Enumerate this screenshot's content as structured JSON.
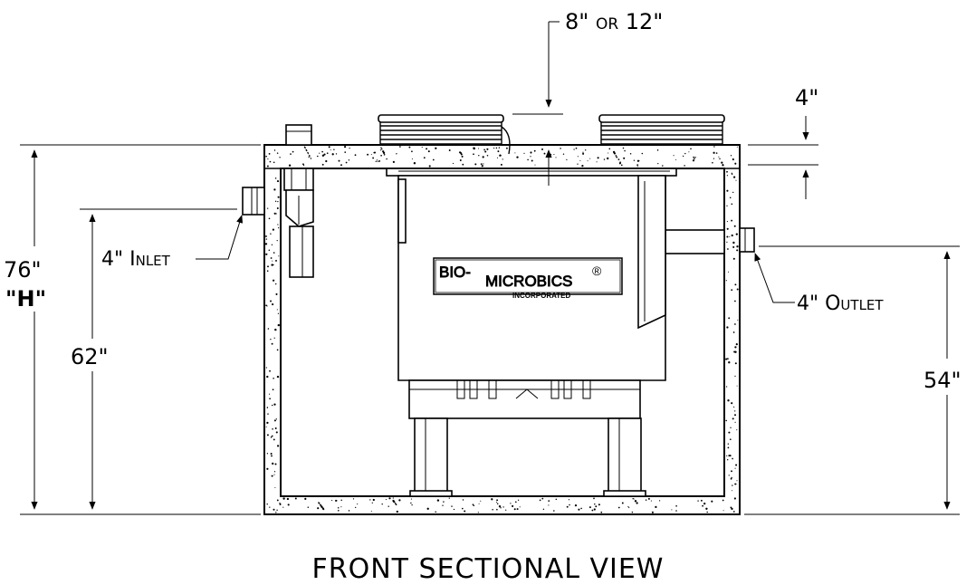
{
  "title": "FRONT SECTIONAL VIEW",
  "dimensions": {
    "overall_height_value": "76\"",
    "overall_height_symbol": "\"H\"",
    "inlet_height": "62\"",
    "outlet_height": "54\"",
    "riser_height": "8\" or 12\"",
    "lid_thickness": "4\""
  },
  "labels": {
    "inlet": "4\" Inlet",
    "outlet": "4\" Outlet"
  },
  "brand": {
    "part1": "BIO-",
    "part2": "MICROBICS",
    "registered": "®",
    "sub": "INCORPORATED"
  },
  "colors": {
    "line": "#000000",
    "background": "#ffffff"
  }
}
